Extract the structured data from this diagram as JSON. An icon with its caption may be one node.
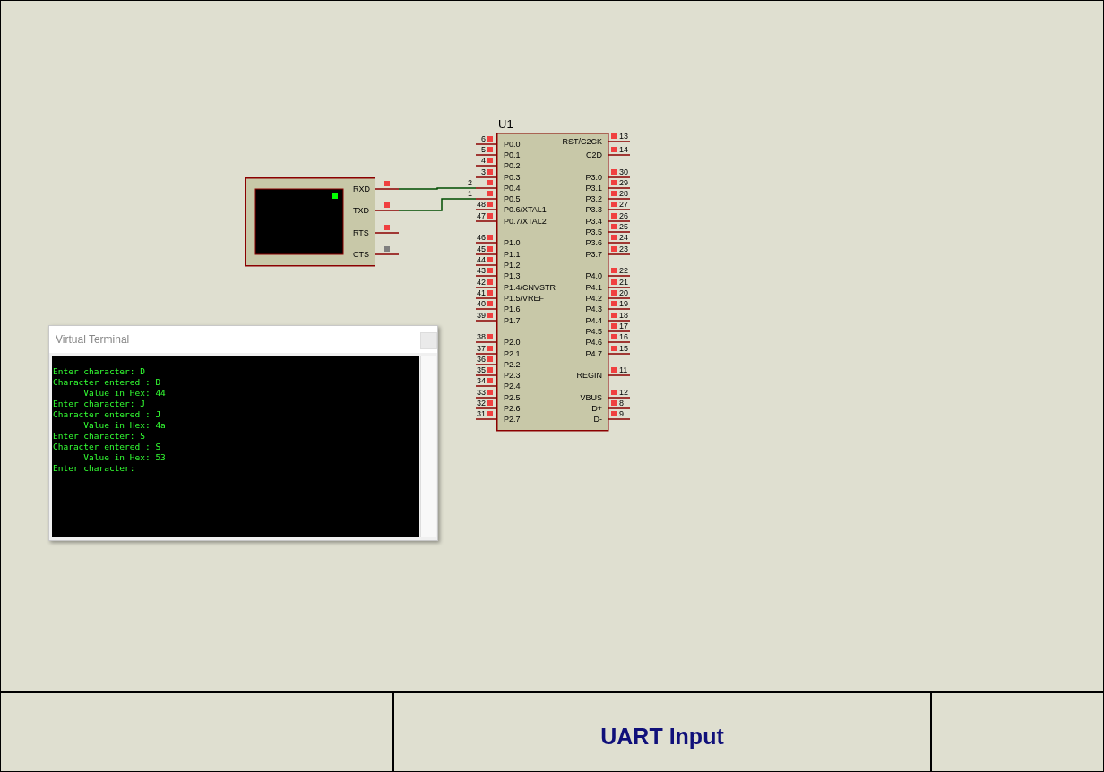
{
  "diagram": {
    "title": "UART Input",
    "nodes": [
      {
        "text": [],
        "shape": "box"
      },
      {
        "text": [
          "RXD"
        ]
      },
      {
        "text": [
          "TXD"
        ]
      },
      {
        "text": [
          "RTS"
        ]
      },
      {
        "text": [
          "CTS"
        ]
      },
      {
        "text": [
          "U1"
        ]
      },
      {
        "text": [
          "P0.4"
        ],
        "beside": [
          "2"
        ],
        "in": 5
      },
      {
        "text": [
          "P0.5"
        ],
        "beside": [
          "1"
        ],
        "in": 5
      },
      {
        "text": [
          "Virtual Terminal",
          "Enter character: D",
          "Character entered : D",
          "      Value in Hex: 44",
          "Enter character: J",
          "Character entered : J",
          "      Value in Hex: 4a",
          "Enter character: S",
          "Character entered : S",
          "      Value in Hex: 53",
          "Enter character:"
        ]
      }
    ],
    "edges": [
      {
        "from": 1,
        "to": 6,
        "arrow": "none"
      },
      {
        "from": 2,
        "to": 7,
        "arrow": "none"
      }
    ],
    "labels": [
      "6",
      "P0.0",
      "RST/C2CK",
      "13",
      "5",
      "P0.1",
      "C2D",
      "14",
      "4",
      "P0.2",
      "3",
      "P0.3",
      "P3.0",
      "30",
      "P3.1",
      "29",
      "P3.2",
      "28",
      "48",
      "P0.6/XTAL1",
      "P3.3",
      "27",
      "47",
      "P0.7/XTAL2",
      "P3.4",
      "26",
      "P3.5",
      "25",
      "46",
      "P1.0",
      "P3.6",
      "24",
      "45",
      "P1.1",
      "P3.7",
      "23",
      "44",
      "P1.2",
      "43",
      "P1.3",
      "P4.0",
      "22",
      "42",
      "P1.4/CNVSTR",
      "P4.1",
      "21",
      "41",
      "P1.5/VREF",
      "P4.2",
      "20",
      "40",
      "P1.6",
      "P4.3",
      "19",
      "39",
      "P1.7",
      "P4.4",
      "18",
      "P4.5",
      "17",
      "38",
      "P2.0",
      "P4.6",
      "16",
      "37",
      "P2.1",
      "P4.7",
      "15",
      "36",
      "P2.2",
      "35",
      "P2.3",
      "REGIN",
      "11",
      "34",
      "P2.4",
      "33",
      "P2.5",
      "VBUS",
      "12",
      "32",
      "P2.6",
      "D+",
      "8",
      "31",
      "P2.7",
      "D-",
      "9"
    ]
  }
}
